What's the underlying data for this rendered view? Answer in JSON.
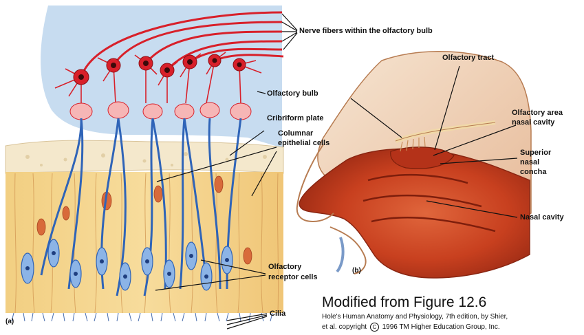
{
  "labels": {
    "nerve_fibers": "Nerve fibers within the olfactory bulb",
    "olfactory_bulb": "Olfactory bulb",
    "cribriform_plate": "Cribriform plate",
    "columnar_line1": "Columnar",
    "columnar_line2": "epithelial cells",
    "olfactory_receptor_line1": "Olfactory",
    "olfactory_receptor_line2": "receptor cells",
    "cilia": "Cilia",
    "olfactory_tract": "Olfactory tract",
    "olfactory_area_line1": "Olfactory area",
    "olfactory_area_line2": "nasal cavity",
    "superior_line1": "Superior",
    "superior_line2": "nasal",
    "superior_line3": "concha",
    "nasal_cavity": "Nasal cavity"
  },
  "panels": {
    "a": "(a)",
    "b": "(b)"
  },
  "credit": {
    "title": "Modified from Figure 12.6",
    "line1": "Hole's Human Anatomy and Physiology, 7th edition, by Shier,",
    "line2": "et al. copyright",
    "copyright_symbol": "C",
    "line2_rest": "1996 TM Higher Education Group, Inc."
  },
  "colors": {
    "bulb_fill": "#c7dcf0",
    "neuron_red": "#d8202a",
    "receptor_blue": "#2f64b8",
    "epithelium_yellow": "#f5d48a",
    "plate_cream": "#f4e8cc",
    "tissue_red": "#c43a1c",
    "bone_light": "#f3dcc4"
  }
}
